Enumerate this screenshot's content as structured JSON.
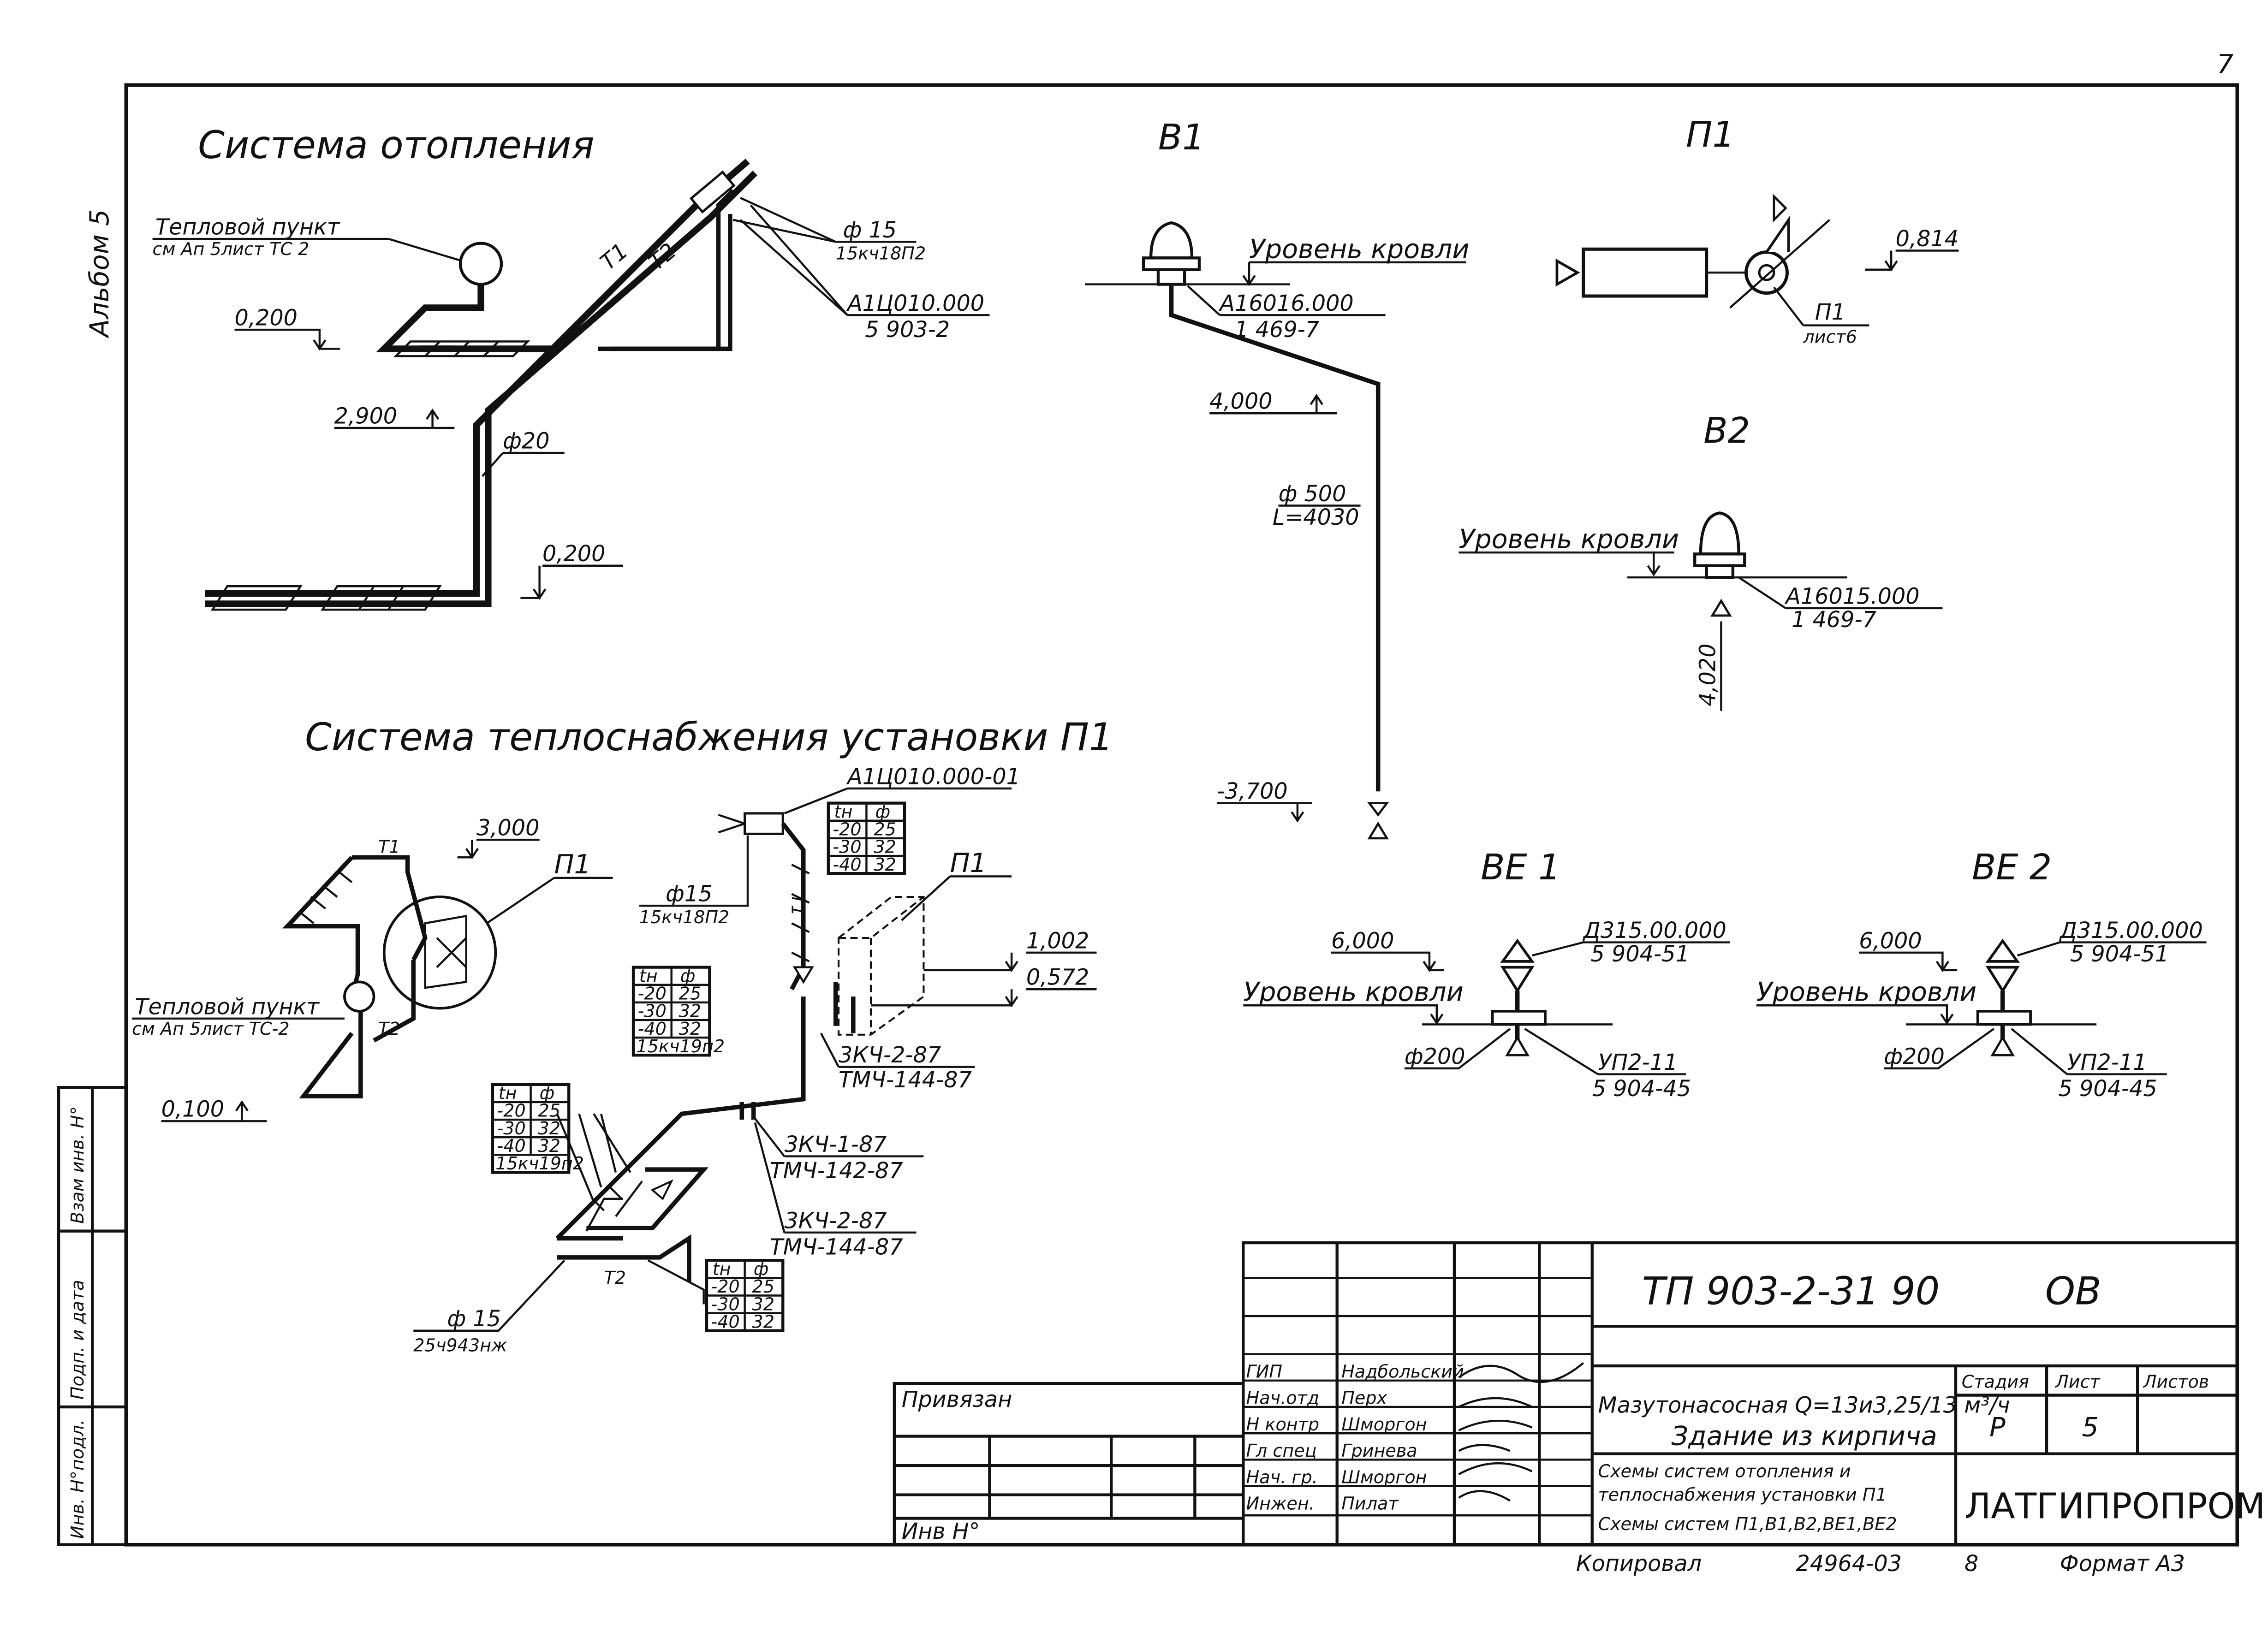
{
  "page_number": "7",
  "album": "Альбом 5",
  "heating_system": {
    "title": "Система отопления",
    "heat_point": "Тепловой пункт",
    "heat_point_ref": "см Ап  5лист ТС 2",
    "level_0200_a": "0,200",
    "level_2900": "2,900",
    "level_0200_b": "0,200",
    "dia_phi20": "ф20",
    "dia_phi15": "ф 15",
    "valve_code": "15кч18П2",
    "unit_code": "А1Ц010.000",
    "unit_series": "5 903-2",
    "t1": "Т1",
    "t2": "Т2"
  },
  "v1": {
    "title": "В1",
    "roof_level": "Уровень кровли",
    "unit_code": "А16016.000",
    "unit_series": "1 469-7",
    "level_4000": "4,000",
    "duct_dia": "ф 500",
    "duct_len": "L=4030",
    "level_m3700": "-3,700"
  },
  "p1_top": {
    "title": "П1",
    "level": "0,814",
    "ref_name": "П1",
    "ref_sheet": "лист6"
  },
  "v2": {
    "title": "В2",
    "roof_level": "Уровень кровли",
    "unit_code": "А16015.000",
    "unit_series": "1 469-7",
    "level_vertical": "4,020"
  },
  "heat_supply": {
    "title": "Система теплоснабжения установки П1",
    "level_3000": "3,000",
    "p1_label": "П1",
    "heat_point": "Тепловой пункт",
    "heat_point_ref": "см Ап  5лист ТС-2",
    "t1": "Т1",
    "t2": "Т2",
    "t2_b": "Т2",
    "level_0100": "0,100",
    "unit_code": "А1Ц010.000-01",
    "p1_box_label": "П1",
    "level_1002": "1,002",
    "level_0572": "0,572",
    "dia_phi15_a": "ф15",
    "valve_a": "15кч18П2",
    "dia_phi15_b": "ф 15",
    "valve_b": "25ч943нж",
    "mount_1_code": "3КЧ-2-87",
    "mount_1_series": "ТМЧ-144-87",
    "mount_2_code": "3КЧ-1-87",
    "mount_2_series": "ТМЧ-142-87",
    "mount_3_code": "3КЧ-2-87",
    "mount_3_series": "ТМЧ-144-87"
  },
  "tables": {
    "header": [
      "tн",
      "ф"
    ],
    "rows": [
      [
        "-20",
        "25"
      ],
      [
        "-30",
        "32"
      ],
      [
        "-40",
        "32"
      ]
    ],
    "footer_a": "15кч19п2",
    "footer_b": "15кч19п2"
  },
  "ve1": {
    "title": "ВЕ 1",
    "level_6000": "6,000",
    "roof_level": "Уровень кровли",
    "unit_code": "Д315.00.000",
    "unit_series": "5 904-51",
    "dia": "ф200",
    "node_code": "УП2-11",
    "node_series": "5 904-45"
  },
  "ve2": {
    "title": "ВЕ 2",
    "level_6000": "6,000",
    "roof_level": "Уровень кровли",
    "unit_code": "Д315.00.000",
    "unit_series": "5 904-51",
    "dia": "ф200",
    "node_code": "УП2-11",
    "node_series": "5 904-45"
  },
  "title_block": {
    "doc_code": "ТП 903-2-31 90",
    "doc_mark": "ОВ",
    "project_name": "Мазутонасосная Q=13и3,25/13 м³/ч",
    "building": "Здание из кирпича",
    "sheet_title_1": "Схемы систем отопления и",
    "sheet_title_2": "теплоснабжения установки П1",
    "sheet_title_3": "Схемы систем П1,В1,В2,ВЕ1,ВЕ2",
    "col_stage": "Стадия",
    "col_sheet": "Лист",
    "col_sheets": "Листов",
    "stage": "Р",
    "sheet": "5",
    "org": "ЛАТГИПРОПРОМ",
    "bound": "Привязан",
    "inv_no": "Инв Н°",
    "roles": [
      "ГИП",
      "Нач.отд",
      "Н контр",
      "Гл спец",
      "Нач. гр.",
      "Инжен."
    ],
    "names": [
      "Надбольский",
      "Перх",
      "Шморгон",
      "Гринева",
      "Шморгон",
      "Пилат"
    ],
    "copied": "Копировал",
    "archive_no": "24964-03",
    "archive_suffix": "8",
    "format": "Формат А3"
  },
  "side_stamp": [
    "Инв. Н°подл.",
    "Подп. и дата",
    "Взам инв. Н°"
  ]
}
